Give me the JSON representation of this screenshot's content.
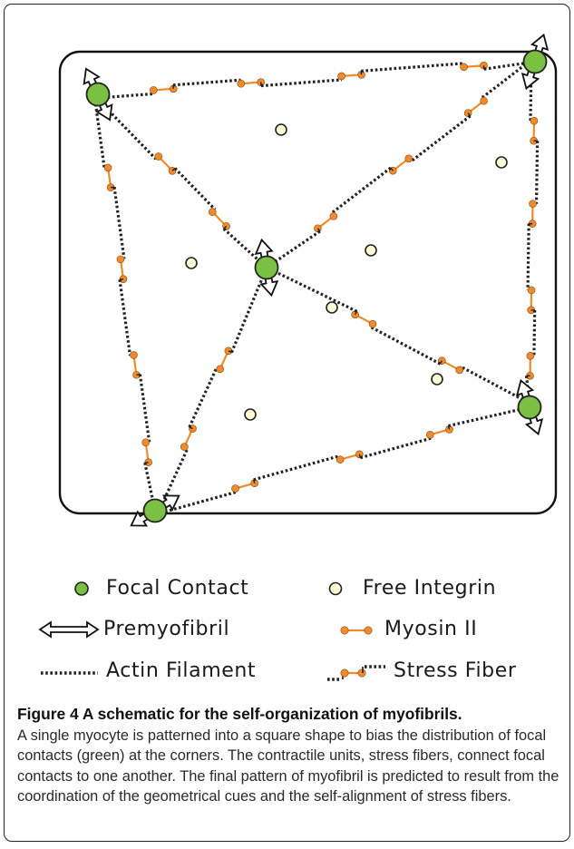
{
  "colors": {
    "focal_contact": "#7ac143",
    "free_integrin": "#fffbd5",
    "myosin": "#ef8b2c",
    "actin": "#222222",
    "outline": "#111111"
  },
  "legend": {
    "focal_contact": "Focal Contact",
    "free_integrin": "Free Integrin",
    "premyofibril": "Premyofibril",
    "myosin": "Myosin II",
    "actin": "Actin Filament",
    "stress_fiber": "Stress Fiber"
  },
  "caption": {
    "title": "Figure 4 A schematic for the self-organization of myofibrils.",
    "body": "A single myocyte is patterned into a square shape to bias the distribution of focal contacts (green) at the corners. The contractile units, stress fibers, connect focal contacts to one another. The final pattern of myofibril is predicted to result from the coordination of the geometrical cues and the self-alignment of stress fibers."
  }
}
